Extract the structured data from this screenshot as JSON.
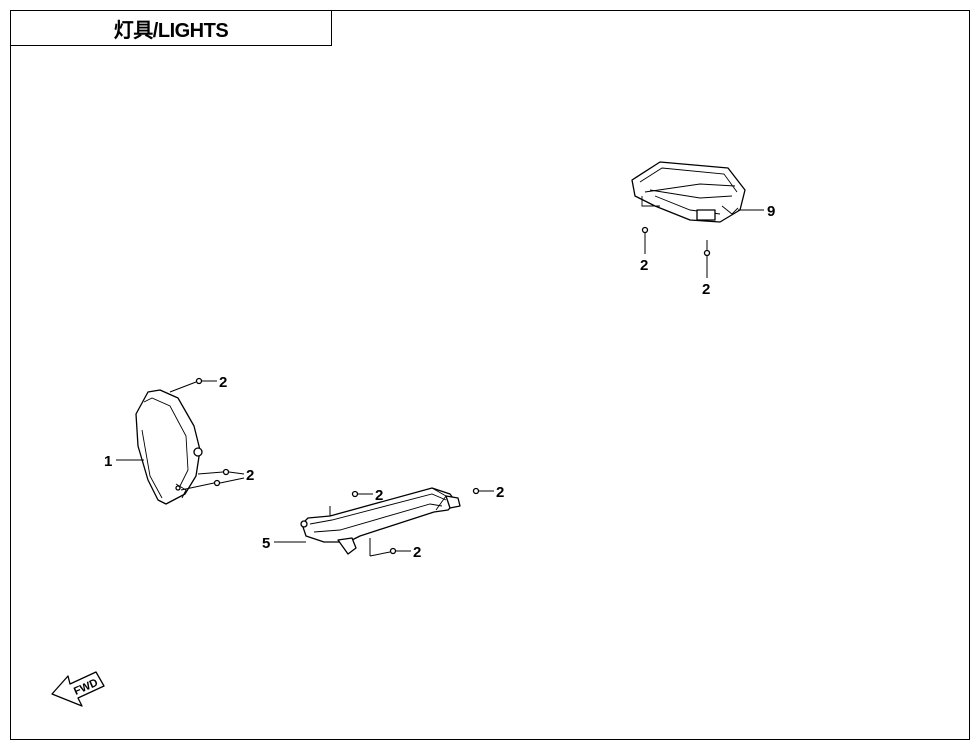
{
  "title": "灯具/LIGHTS",
  "callouts": {
    "item_1": "1",
    "item_2": "2",
    "item_5": "5",
    "item_9": "9"
  },
  "fwd_label": "FWD"
}
